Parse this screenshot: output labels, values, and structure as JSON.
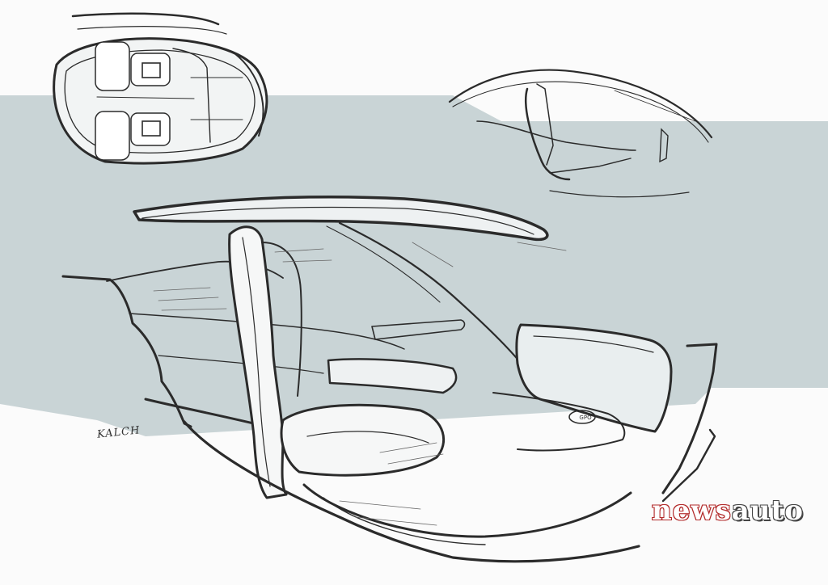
{
  "image": {
    "subject": "car-interior-concept-sketch",
    "colors": {
      "background_band": "#c9d4d6",
      "paper": "#fbfbfb",
      "ink": "#2b2b2b",
      "watermark_red": "#b22a2a",
      "watermark_dark": "#444444"
    }
  },
  "signature": {
    "text": "KALCH"
  },
  "watermark": {
    "part1": "news",
    "part2": "auto"
  },
  "console_badge": {
    "text": "GPO"
  }
}
